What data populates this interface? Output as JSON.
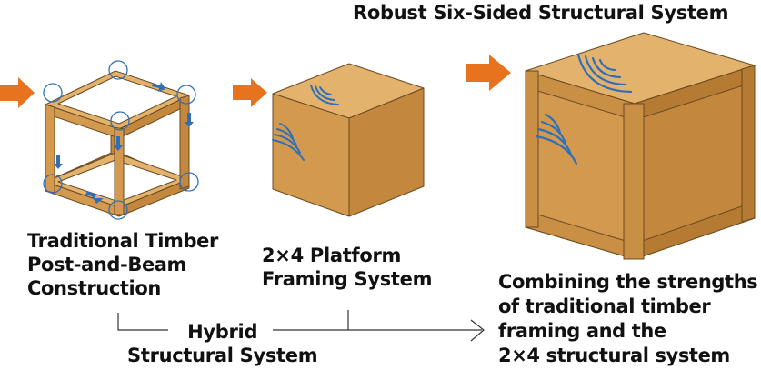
{
  "title": "Robust Six-Sided Structural System",
  "captions": {
    "traditional": [
      "Traditional Timber",
      "Post-and-Beam",
      "Construction"
    ],
    "platform": [
      "2×4 Platform",
      "Framing System"
    ],
    "combined": [
      "Combining the strengths",
      "of traditional timber",
      "framing and the",
      "2×4 structural system"
    ],
    "hybrid": [
      "Hybrid",
      "Structural System"
    ]
  },
  "icons": [
    "arrow-right-icon",
    "timber-frame-icon",
    "wood-box-icon",
    "reinforced-box-icon",
    "sound-wave-icon"
  ],
  "colors": {
    "arrow": "#e8731f",
    "wood_light": "#e3b36e",
    "wood_mid": "#d39a4f",
    "wood_dark": "#c3873d",
    "outline": "#6b4a22",
    "accent": "#2f6fb8",
    "text": "#111111"
  }
}
